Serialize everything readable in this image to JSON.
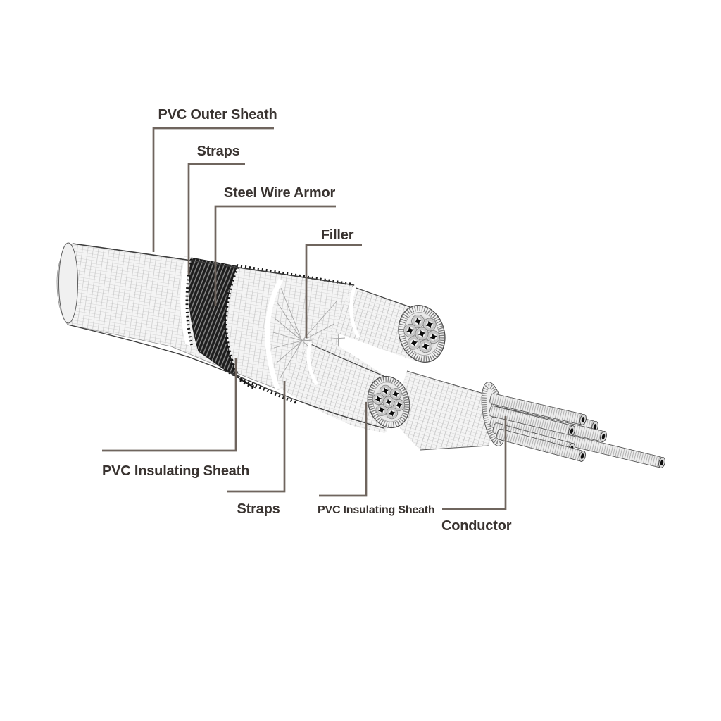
{
  "diagram": {
    "type": "armored-power-cable-cutaway",
    "background_color": "#ffffff",
    "leader_line_color": "#6f655e",
    "label_text_color": "#393330",
    "armor_color": "#1d1d1d",
    "wireframe_color": "#b6b6b6",
    "labels": [
      {
        "id": "pvc-outer-sheath",
        "text": "PVC Outer Sheath"
      },
      {
        "id": "straps-top",
        "text": "Straps"
      },
      {
        "id": "steel-wire-armor",
        "text": "Steel Wire Armor"
      },
      {
        "id": "filler",
        "text": "Filler"
      },
      {
        "id": "pvc-insulating-sheath-outer",
        "text": "PVC Insulating Sheath"
      },
      {
        "id": "straps-bottom",
        "text": "Straps"
      },
      {
        "id": "pvc-insulating-sheath-core",
        "text": "PVC Insulating Sheath"
      },
      {
        "id": "conductor",
        "text": "Conductor"
      }
    ]
  }
}
